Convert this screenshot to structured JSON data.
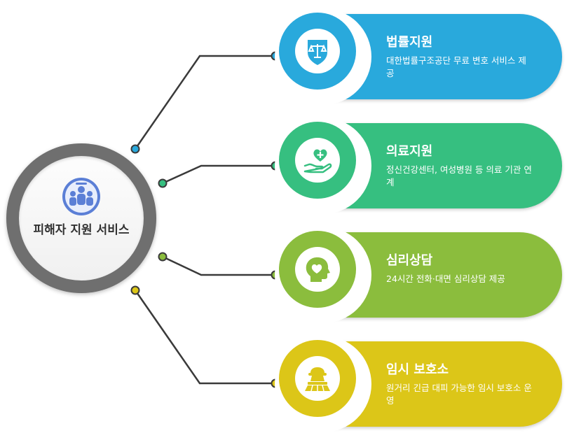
{
  "hub": {
    "label": "피해자 지원 서비스",
    "icon": "people-group-icon",
    "ring_color": "#6f6f6f",
    "icon_color": "#5b7fd6"
  },
  "services": [
    {
      "title": "법률지원",
      "desc": "대한법률구조공단 무료 변호 서비스 제공",
      "color": "#29a9dc",
      "icon": "scale-shield-icon"
    },
    {
      "title": "의료지원",
      "desc": "정신건강센터, 여성병원 등 의료 기관 연계",
      "color": "#36bf80",
      "icon": "heart-hand-icon"
    },
    {
      "title": "심리상담",
      "desc": "24시간 전화·대면 심리상담 제공",
      "color": "#8bbd3d",
      "icon": "head-heart-icon"
    },
    {
      "title": "임시 보호소",
      "desc": "원거리 긴급 대피 가능한 임시 보호소 운영",
      "color": "#dcc618",
      "icon": "shelter-icon"
    }
  ]
}
